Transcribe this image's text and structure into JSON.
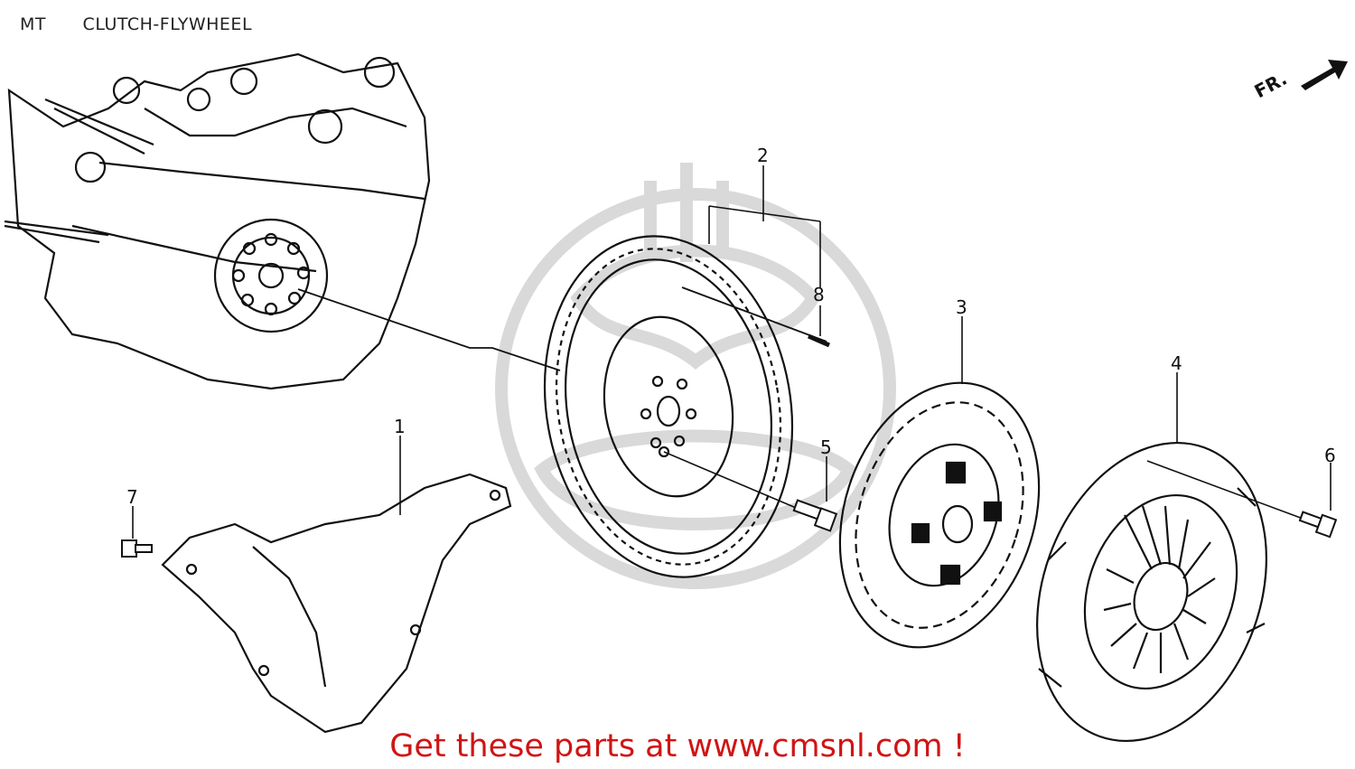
{
  "header": {
    "section": "MT",
    "title": "CLUTCH-FLYWHEEL"
  },
  "direction": {
    "label": "FR."
  },
  "callouts": [
    "1",
    "2",
    "3",
    "4",
    "5",
    "6",
    "7",
    "8"
  ],
  "footer": {
    "text": "Get these parts at www.cmsnl.com !"
  },
  "colors": {
    "line": "#111111",
    "watermark": "#d6d6d6",
    "footer": "#d01414"
  }
}
